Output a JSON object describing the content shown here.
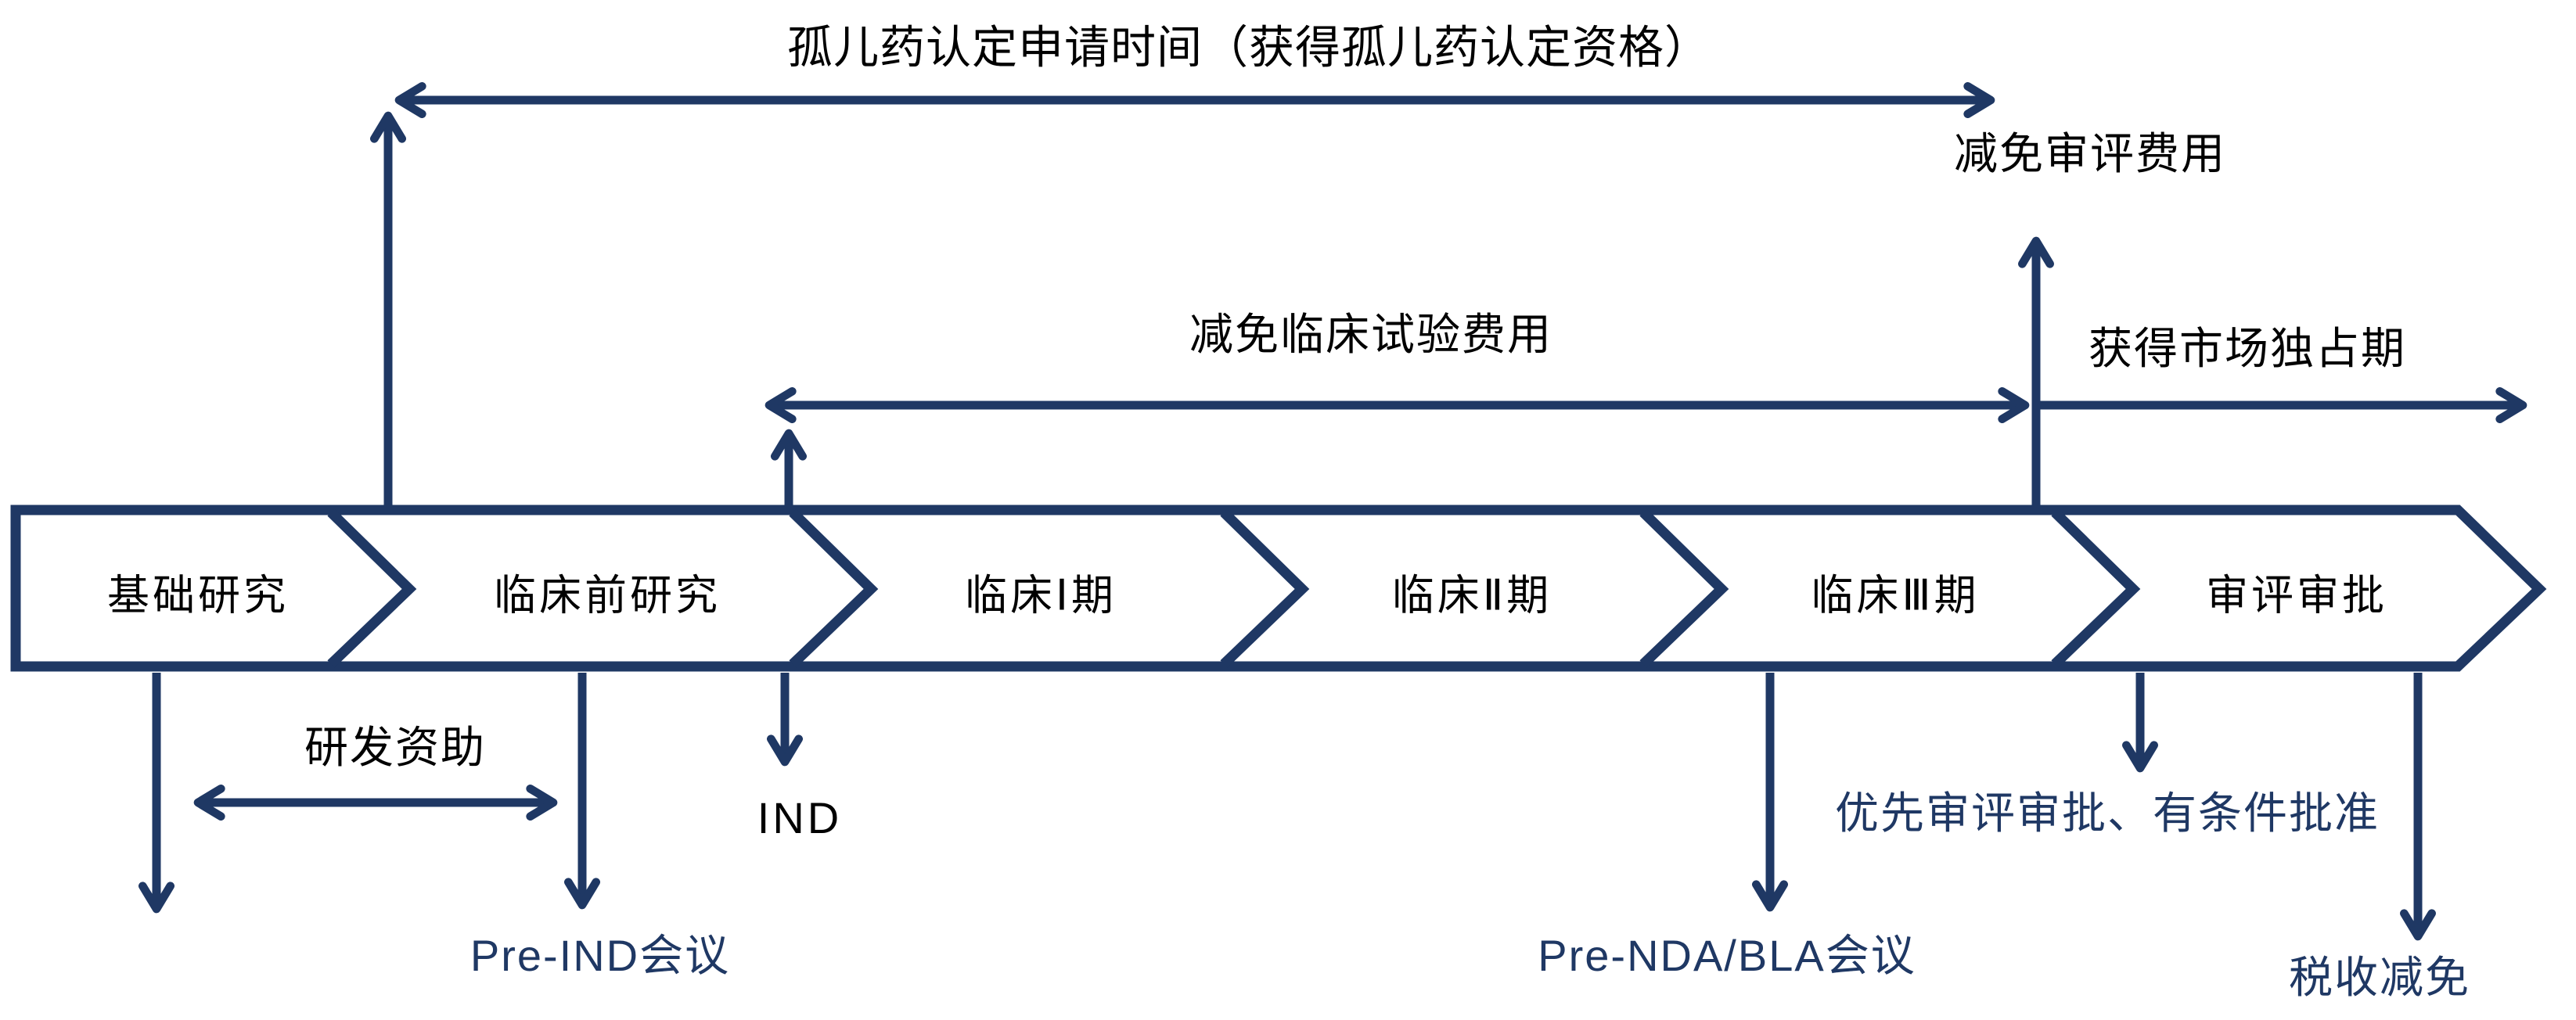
{
  "colors": {
    "navy": "#1f3864",
    "ink": "#000000",
    "background": "#ffffff"
  },
  "title": "孤儿药认定申请时间（获得孤儿药认定资格）",
  "phases": [
    "基础研究",
    "临床前研究",
    "临床Ⅰ期",
    "临床Ⅱ期",
    "临床Ⅲ期",
    "审评审批"
  ],
  "annotations": {
    "review_fee_waiver": "减免审评费用",
    "clinical_trial_fee_waiver": "减免临床试验费用",
    "market_exclusivity": "获得市场独占期",
    "rnd_funding": "研发资助",
    "ind": "IND",
    "pre_ind_meeting": "Pre-IND会议",
    "pre_nda_bla_meeting": "Pre-NDA/BLA会议",
    "priority_review": "优先审评审批、有条件批准",
    "tax_relief": "税收减免"
  }
}
